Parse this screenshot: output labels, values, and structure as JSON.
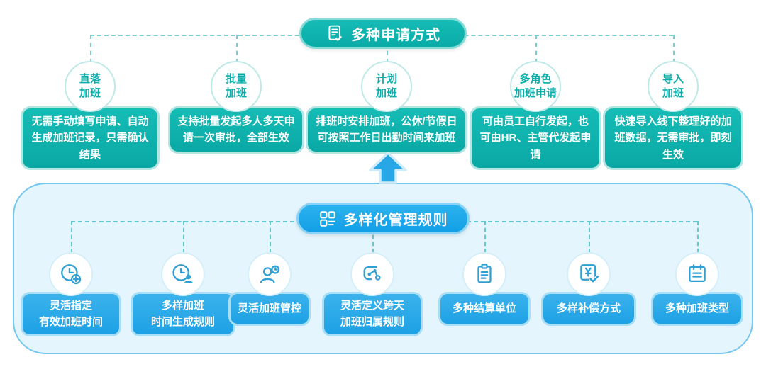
{
  "colors": {
    "teal": "#0db2ae",
    "teal_light": "#b2e6e3",
    "blue": "#25a7e8",
    "blue_light": "#a9def7",
    "panel_bg": "#e4f5fd",
    "panel_border": "#74c7ef",
    "background": "#ffffff"
  },
  "top_section": {
    "title": "多种申请方式",
    "title_icon": "document-check-icon",
    "items": [
      {
        "circle_line1": "直落",
        "circle_line2": "加班",
        "desc": "无需手动填写申请、自动生成加班记录，只需确认结果"
      },
      {
        "circle_line1": "批量",
        "circle_line2": "加班",
        "desc": "支持批量发起多人多天申请一次审批，全部生效"
      },
      {
        "circle_line1": "计划",
        "circle_line2": "加班",
        "desc": "排班时安排加班，公休/节假日可按照工作日出勤时间来加班"
      },
      {
        "circle_line1": "多角色",
        "circle_line2": "加班申请",
        "desc": "可由员工自行发起，也可由HR、主管代发起申请"
      },
      {
        "circle_line1": "导入",
        "circle_line2": "加班",
        "desc": "快速导入线下整理好的加班数据，无需审批，即刻生效"
      }
    ]
  },
  "bottom_section": {
    "title": "多样化管理规则",
    "title_icon": "grid-menu-icon",
    "items": [
      {
        "icon": "clock-plus-icon",
        "label_line1": "灵活指定",
        "label_line2": "有效加班时间"
      },
      {
        "icon": "clock-user-icon",
        "label_line1": "多样加班",
        "label_line2": "时间生成规则"
      },
      {
        "icon": "user-clock-icon",
        "label_line1": "灵活加班管控",
        "label_line2": ""
      },
      {
        "icon": "route-nodes-icon",
        "label_line1": "灵活定义跨天",
        "label_line2": "加班归属规则"
      },
      {
        "icon": "clipboard-icon",
        "label_line1": "多种结算单位",
        "label_line2": ""
      },
      {
        "icon": "yen-check-icon",
        "label_line1": "多样补偿方式",
        "label_line2": ""
      },
      {
        "icon": "calendar-icon",
        "label_line1": "多种加班类型",
        "label_line2": ""
      }
    ]
  }
}
